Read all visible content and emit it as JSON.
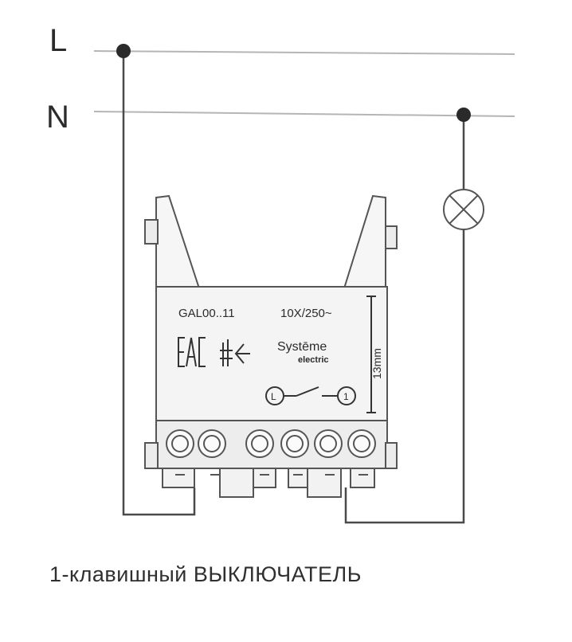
{
  "lines": {
    "live_label": "L",
    "neutral_label": "N"
  },
  "device": {
    "model": "GAL00..11",
    "rating": "10X/250~",
    "dimension": "13mm",
    "brand_line1": "Systēme",
    "brand_line2": "electric",
    "cert_mark": "EAC",
    "terminal_left": "L",
    "terminal_right": "1"
  },
  "caption": "1-клавишный ВЫКЛЮЧАТЕЛЬ",
  "colors": {
    "wire": "#4a4a4a",
    "bus": "#b8b8b8",
    "device_fill": "#f4f4f4",
    "node": "#2a2a2a"
  }
}
